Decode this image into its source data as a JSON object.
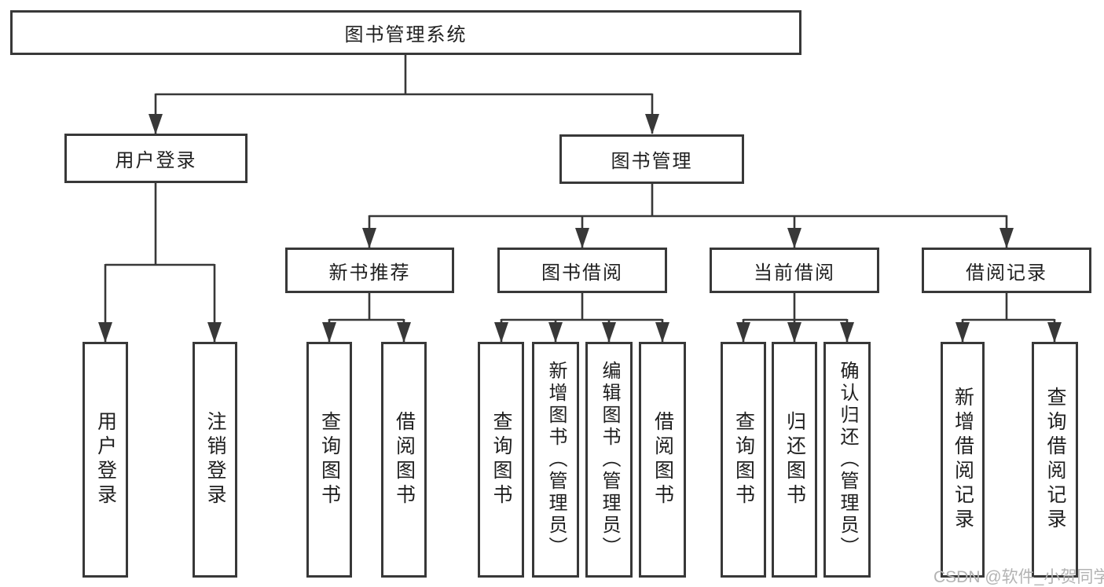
{
  "watermark": "CSDN @软件_小贺同学",
  "colors": {
    "line": "#383838",
    "border": "#383838",
    "text": "#1f1f1f",
    "watermark_text": "#b3b3b3",
    "background": "#ffffff"
  },
  "tree": {
    "root": {
      "label": "图书管理系统",
      "children": [
        {
          "label": "用户登录",
          "children": [
            {
              "label": "用户登录"
            },
            {
              "label": "注销登录"
            }
          ]
        },
        {
          "label": "图书管理",
          "children": [
            {
              "label": "新书推荐",
              "children": [
                {
                  "label": "查询图书"
                },
                {
                  "label": "借阅图书"
                }
              ]
            },
            {
              "label": "图书借阅",
              "children": [
                {
                  "label": "查询图书"
                },
                {
                  "label": "新增图书（管理员）"
                },
                {
                  "label": "编辑图书（管理员）"
                },
                {
                  "label": "借阅图书"
                }
              ]
            },
            {
              "label": "当前借阅",
              "children": [
                {
                  "label": "查询图书"
                },
                {
                  "label": "归还图书"
                },
                {
                  "label": "确认归还（管理员）"
                }
              ]
            },
            {
              "label": "借阅记录",
              "children": [
                {
                  "label": "新增借阅记录"
                },
                {
                  "label": "查询借阅记录"
                }
              ]
            }
          ]
        }
      ]
    }
  }
}
